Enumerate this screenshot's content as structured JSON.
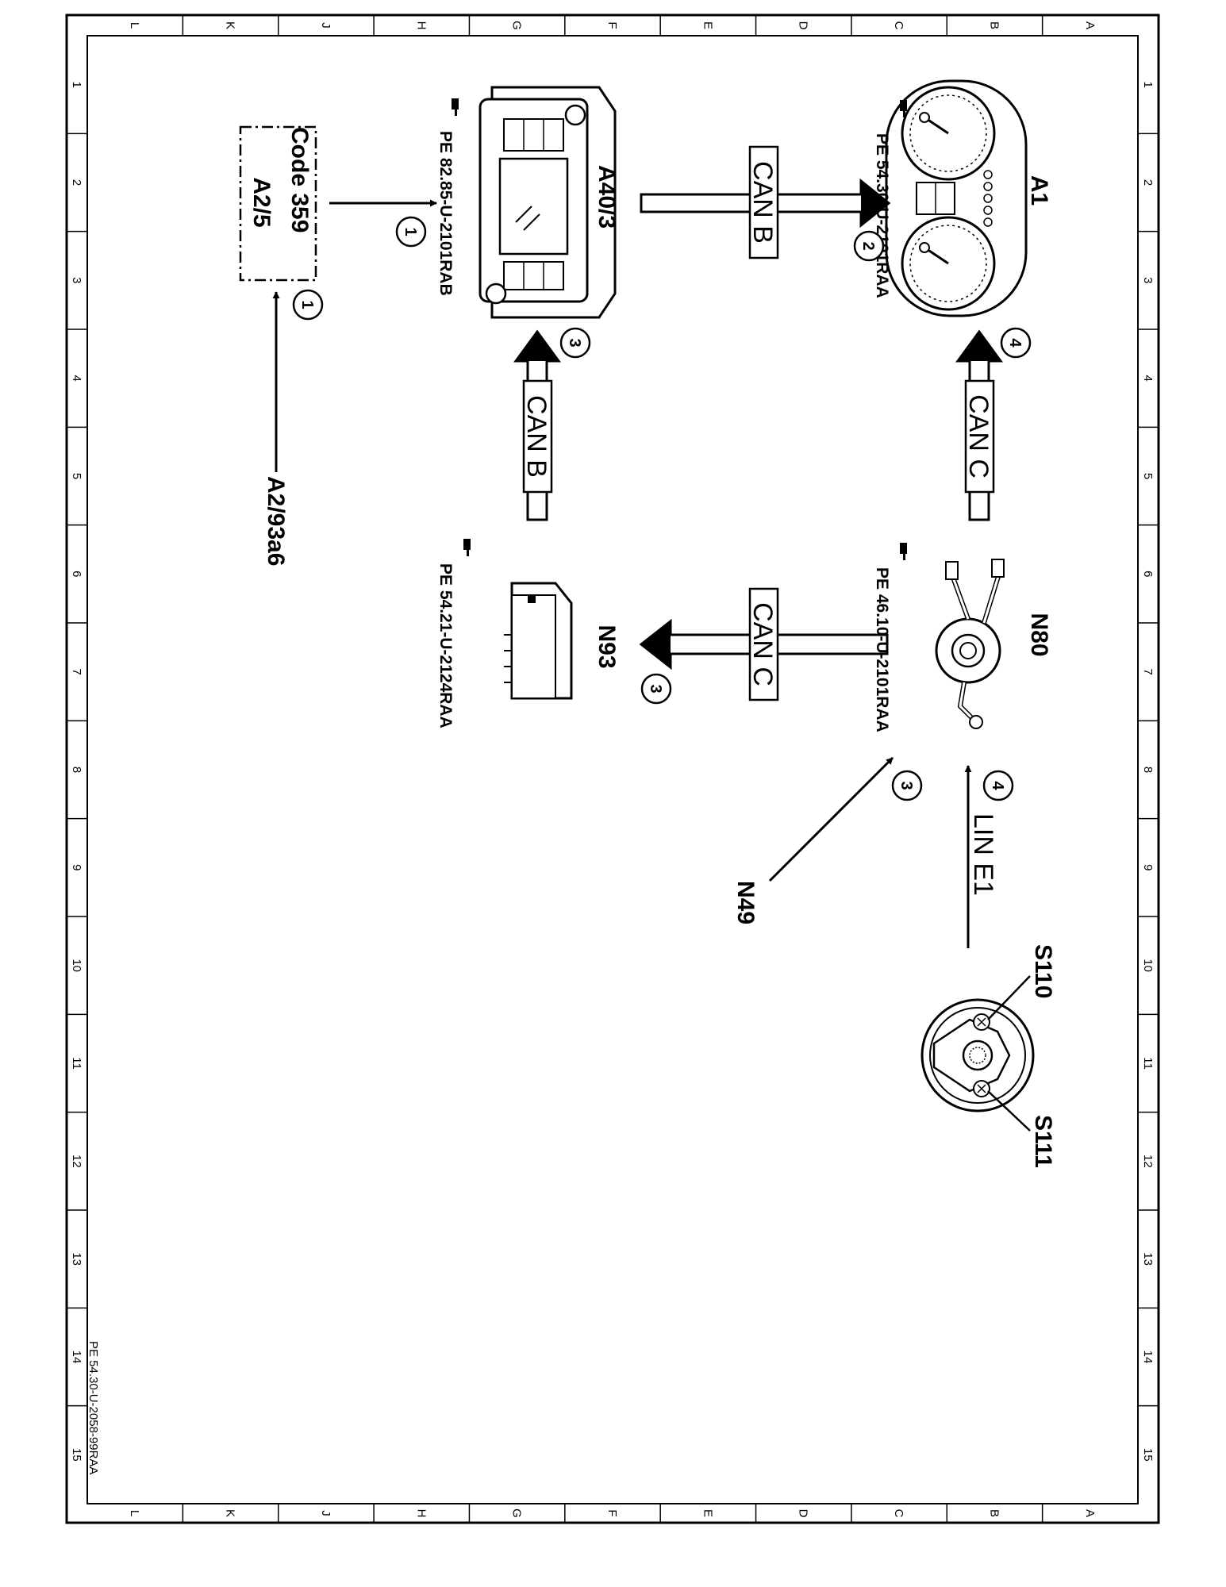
{
  "frame": {
    "col_letters": [
      "L",
      "K",
      "J",
      "H",
      "G",
      "F",
      "E",
      "D",
      "C",
      "B",
      "A"
    ],
    "row_numbers": [
      "1",
      "2",
      "3",
      "4",
      "5",
      "6",
      "7",
      "8",
      "9",
      "10",
      "11",
      "12",
      "13",
      "14",
      "15"
    ]
  },
  "components": {
    "a1": "A1",
    "a40_3": "A40/3",
    "n80": "N80",
    "n93": "N93",
    "n49": "N49",
    "s110": "S110",
    "s111": "S111",
    "a2_93a6": "A2/93a6",
    "a2_5": "A2/5",
    "code": "Code 359"
  },
  "references": {
    "a1": "PE 54.30-U-2101RAA",
    "a40_3": "PE 82.85-U-2101RAB",
    "n80": "PE 46.10-U-2101RAA",
    "n93": "PE 54.21-U-2124RAA"
  },
  "buses": {
    "can_b": "CAN B",
    "can_c": "CAN C",
    "lin_e1": "LIN E1"
  },
  "step_numbers": {
    "one": "1",
    "two": "2",
    "three": "3",
    "four": "4"
  },
  "footer": {
    "document_id": "PE 54.30-U-2058-99RAA"
  }
}
